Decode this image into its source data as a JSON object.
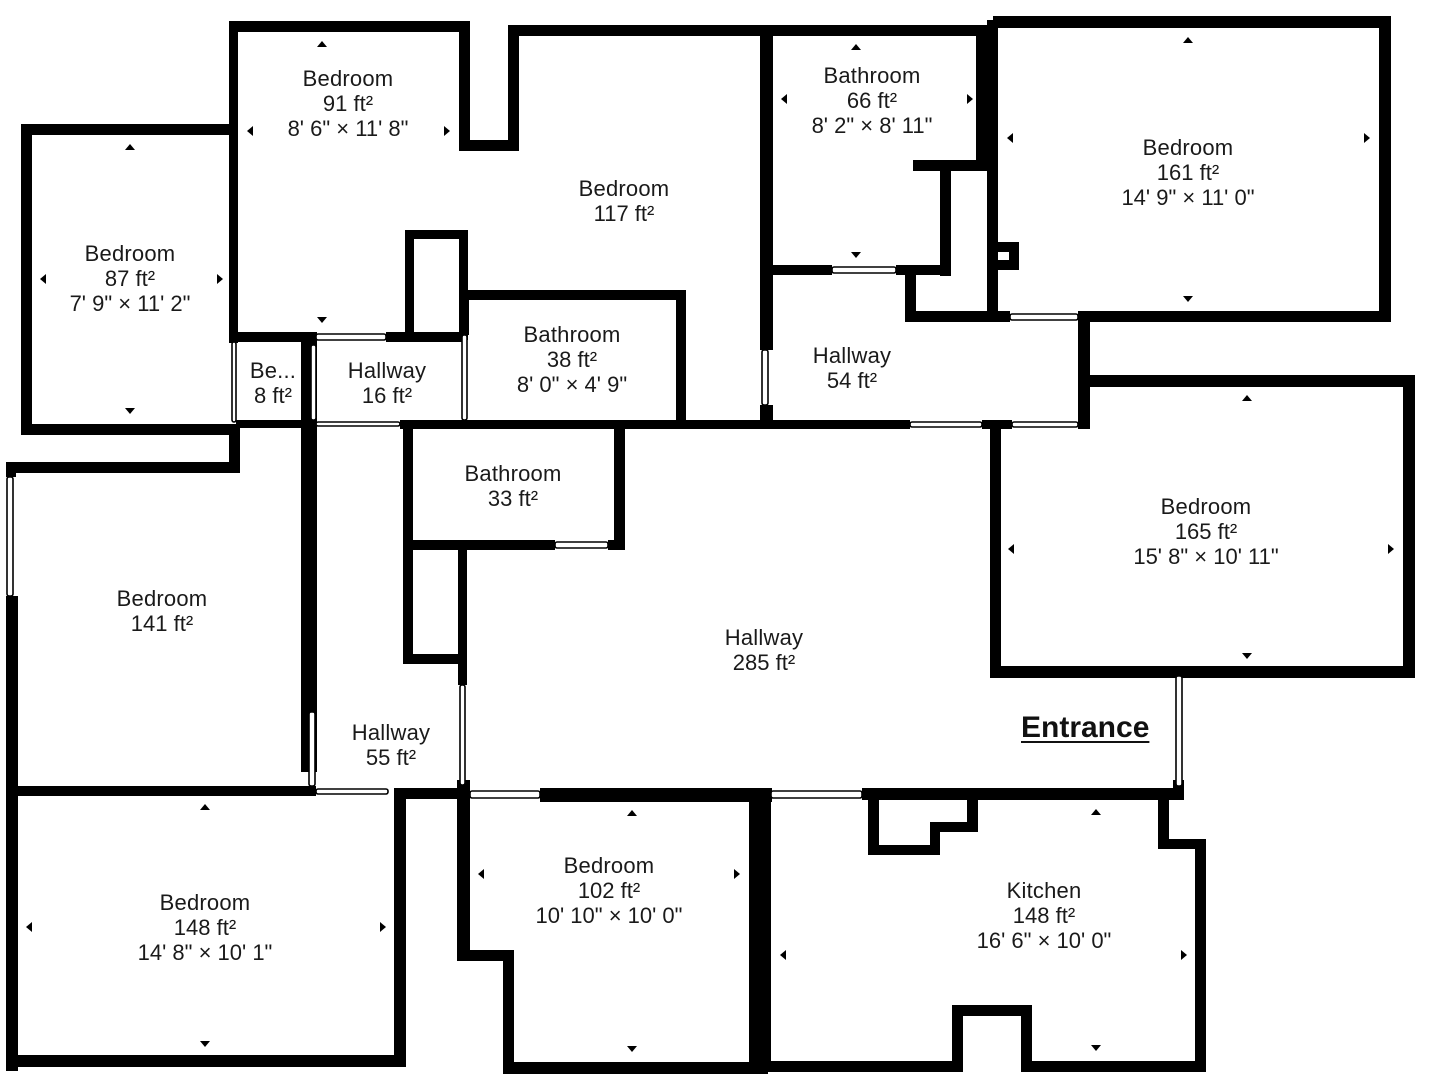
{
  "floorplan": {
    "entrance_label": "Entrance",
    "rooms": [
      {
        "id": "bedroom-87",
        "name": "Bedroom",
        "area": "87 ft²",
        "dims": "7' 9\" × 11' 2\""
      },
      {
        "id": "bedroom-91",
        "name": "Bedroom",
        "area": "91 ft²",
        "dims": "8' 6\" × 11' 8\""
      },
      {
        "id": "bedroom-117",
        "name": "Bedroom",
        "area": "117 ft²",
        "dims": ""
      },
      {
        "id": "bathroom-66",
        "name": "Bathroom",
        "area": "66 ft²",
        "dims": "8' 2\" × 8' 11\""
      },
      {
        "id": "bedroom-161",
        "name": "Bedroom",
        "area": "161 ft²",
        "dims": "14' 9\" × 11' 0\""
      },
      {
        "id": "bedroom-8",
        "name": "Be...",
        "area": "8 ft²",
        "dims": ""
      },
      {
        "id": "hallway-16",
        "name": "Hallway",
        "area": "16 ft²",
        "dims": ""
      },
      {
        "id": "bathroom-38",
        "name": "Bathroom",
        "area": "38 ft²",
        "dims": "8' 0\" × 4' 9\""
      },
      {
        "id": "hallway-54",
        "name": "Hallway",
        "area": "54 ft²",
        "dims": ""
      },
      {
        "id": "bathroom-33",
        "name": "Bathroom",
        "area": "33 ft²",
        "dims": ""
      },
      {
        "id": "bedroom-165",
        "name": "Bedroom",
        "area": "165 ft²",
        "dims": "15' 8\" × 10' 11\""
      },
      {
        "id": "bedroom-141",
        "name": "Bedroom",
        "area": "141 ft²",
        "dims": ""
      },
      {
        "id": "hallway-285",
        "name": "Hallway",
        "area": "285 ft²",
        "dims": ""
      },
      {
        "id": "hallway-55",
        "name": "Hallway",
        "area": "55 ft²",
        "dims": ""
      },
      {
        "id": "bedroom-148",
        "name": "Bedroom",
        "area": "148 ft²",
        "dims": "14' 8\" × 10' 1\""
      },
      {
        "id": "bedroom-102",
        "name": "Bedroom",
        "area": "102 ft²",
        "dims": "10' 10\" × 10' 0\""
      },
      {
        "id": "kitchen-148",
        "name": "Kitchen",
        "area": "148 ft²",
        "dims": "16' 6\" × 10' 0\""
      }
    ]
  },
  "colors": {
    "wall": "#000000",
    "background": "#ffffff",
    "text": "#1a1a1a"
  }
}
